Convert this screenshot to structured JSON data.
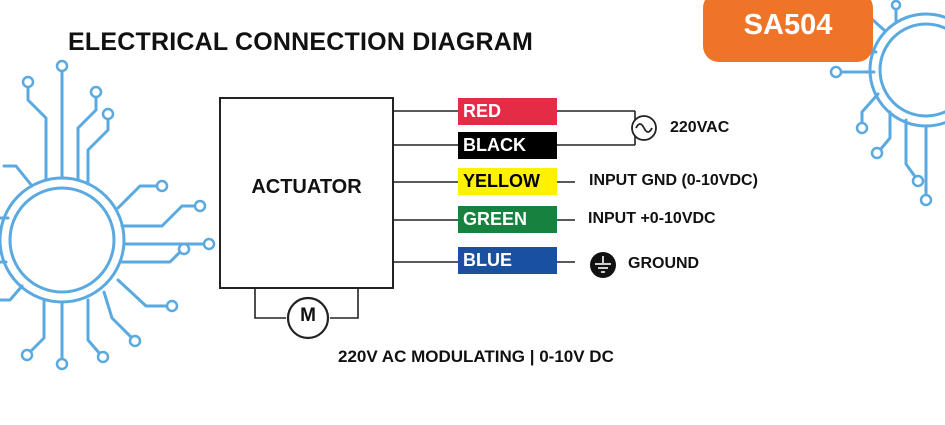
{
  "diagram": {
    "title": "ELECTRICAL CONNECTION DIAGRAM",
    "model_badge": "SA504",
    "actuator_label": "ACTUATOR",
    "motor_label": "M",
    "footer": "220V AC MODULATING | 0-10V DC",
    "wires": [
      {
        "label": "RED",
        "color": "#e52c47",
        "text_color": "#ffffff"
      },
      {
        "label": "BLACK",
        "color": "#000000",
        "text_color": "#ffffff"
      },
      {
        "label": "YELLOW",
        "color": "#fff200",
        "text_color": "#000000"
      },
      {
        "label": "GREEN",
        "color": "#17823f",
        "text_color": "#ffffff"
      },
      {
        "label": "BLUE",
        "color": "#1950a0",
        "text_color": "#ffffff"
      }
    ],
    "connections": {
      "power": "220VAC",
      "input_gnd": "INPUT GND (0-10VDC)",
      "input_signal": "INPUT +0-10VDC",
      "ground": "GROUND"
    },
    "icons": [
      "ac-source-icon",
      "ground-icon",
      "motor-icon",
      "circuit-decoration-icon"
    ],
    "colors": {
      "badge": "#f07428",
      "circuit": "#5aa9e0",
      "line": "#222222"
    }
  }
}
